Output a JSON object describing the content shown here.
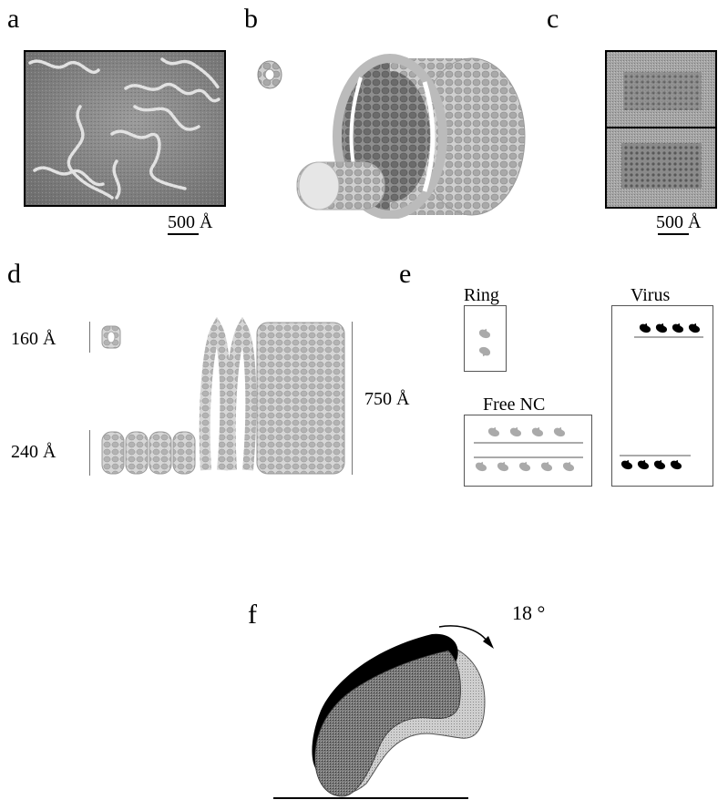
{
  "panels": {
    "a": {
      "label": "a",
      "scale_number": "500",
      "scale_unit": " Å"
    },
    "b": {
      "label": "b"
    },
    "c": {
      "label": "c",
      "scale_number": "500",
      "scale_unit": " Å"
    },
    "d": {
      "label": "d",
      "dim_top": "160 Å",
      "dim_bottom": "240 Å",
      "dim_height": "750 Å"
    },
    "e": {
      "label": "e",
      "box_ring": "Ring",
      "box_virus": "Virus",
      "box_free": "Free NC",
      "color_light": "#aaaaaa",
      "color_dark": "#000000"
    },
    "f": {
      "label": "f",
      "angle": "18 °"
    }
  }
}
